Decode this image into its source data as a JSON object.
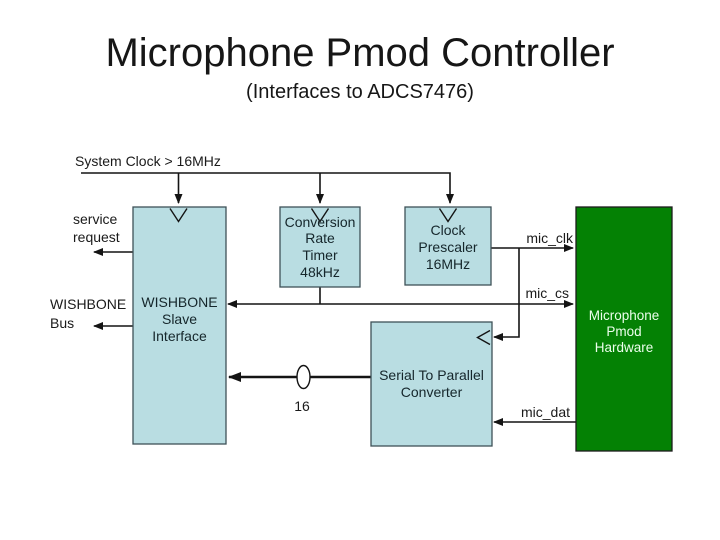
{
  "slide": {
    "title": "Microphone Pmod Controller",
    "subtitle": "(Interfaces to ADCS7476)"
  },
  "diagram": {
    "labels": {
      "system_clock": "System Clock > 16MHz",
      "service_request_line1": "service",
      "service_request_line2": "request",
      "wishbone_bus_line1": "WISHBONE",
      "wishbone_bus_line2": "Bus",
      "mic_clk": "mic_clk",
      "mic_cs": "mic_cs",
      "mic_dat": "mic_dat",
      "bus_width": "16"
    },
    "blocks": {
      "wishbone_slave": {
        "lines": [
          "WISHBONE",
          "Slave",
          "Interface"
        ]
      },
      "conversion_rate_timer": {
        "lines": [
          "Conversion",
          "Rate",
          "Timer",
          "48kHz"
        ]
      },
      "clock_prescaler": {
        "lines": [
          "Clock",
          "Prescaler",
          "16MHz"
        ]
      },
      "serial_to_parallel": {
        "lines": [
          "Serial To Parallel",
          "Converter"
        ]
      },
      "microphone_pmod_hw": {
        "lines": [
          "Microphone",
          "Pmod",
          "Hardware"
        ]
      }
    },
    "colors": {
      "block_fill": "#b9dde2",
      "block_border": "#3e5157",
      "hw_fill": "#048104",
      "hw_border": "#1c1c1c",
      "hw_text": "#ecffec",
      "line": "#141414",
      "text": "#161616"
    }
  }
}
